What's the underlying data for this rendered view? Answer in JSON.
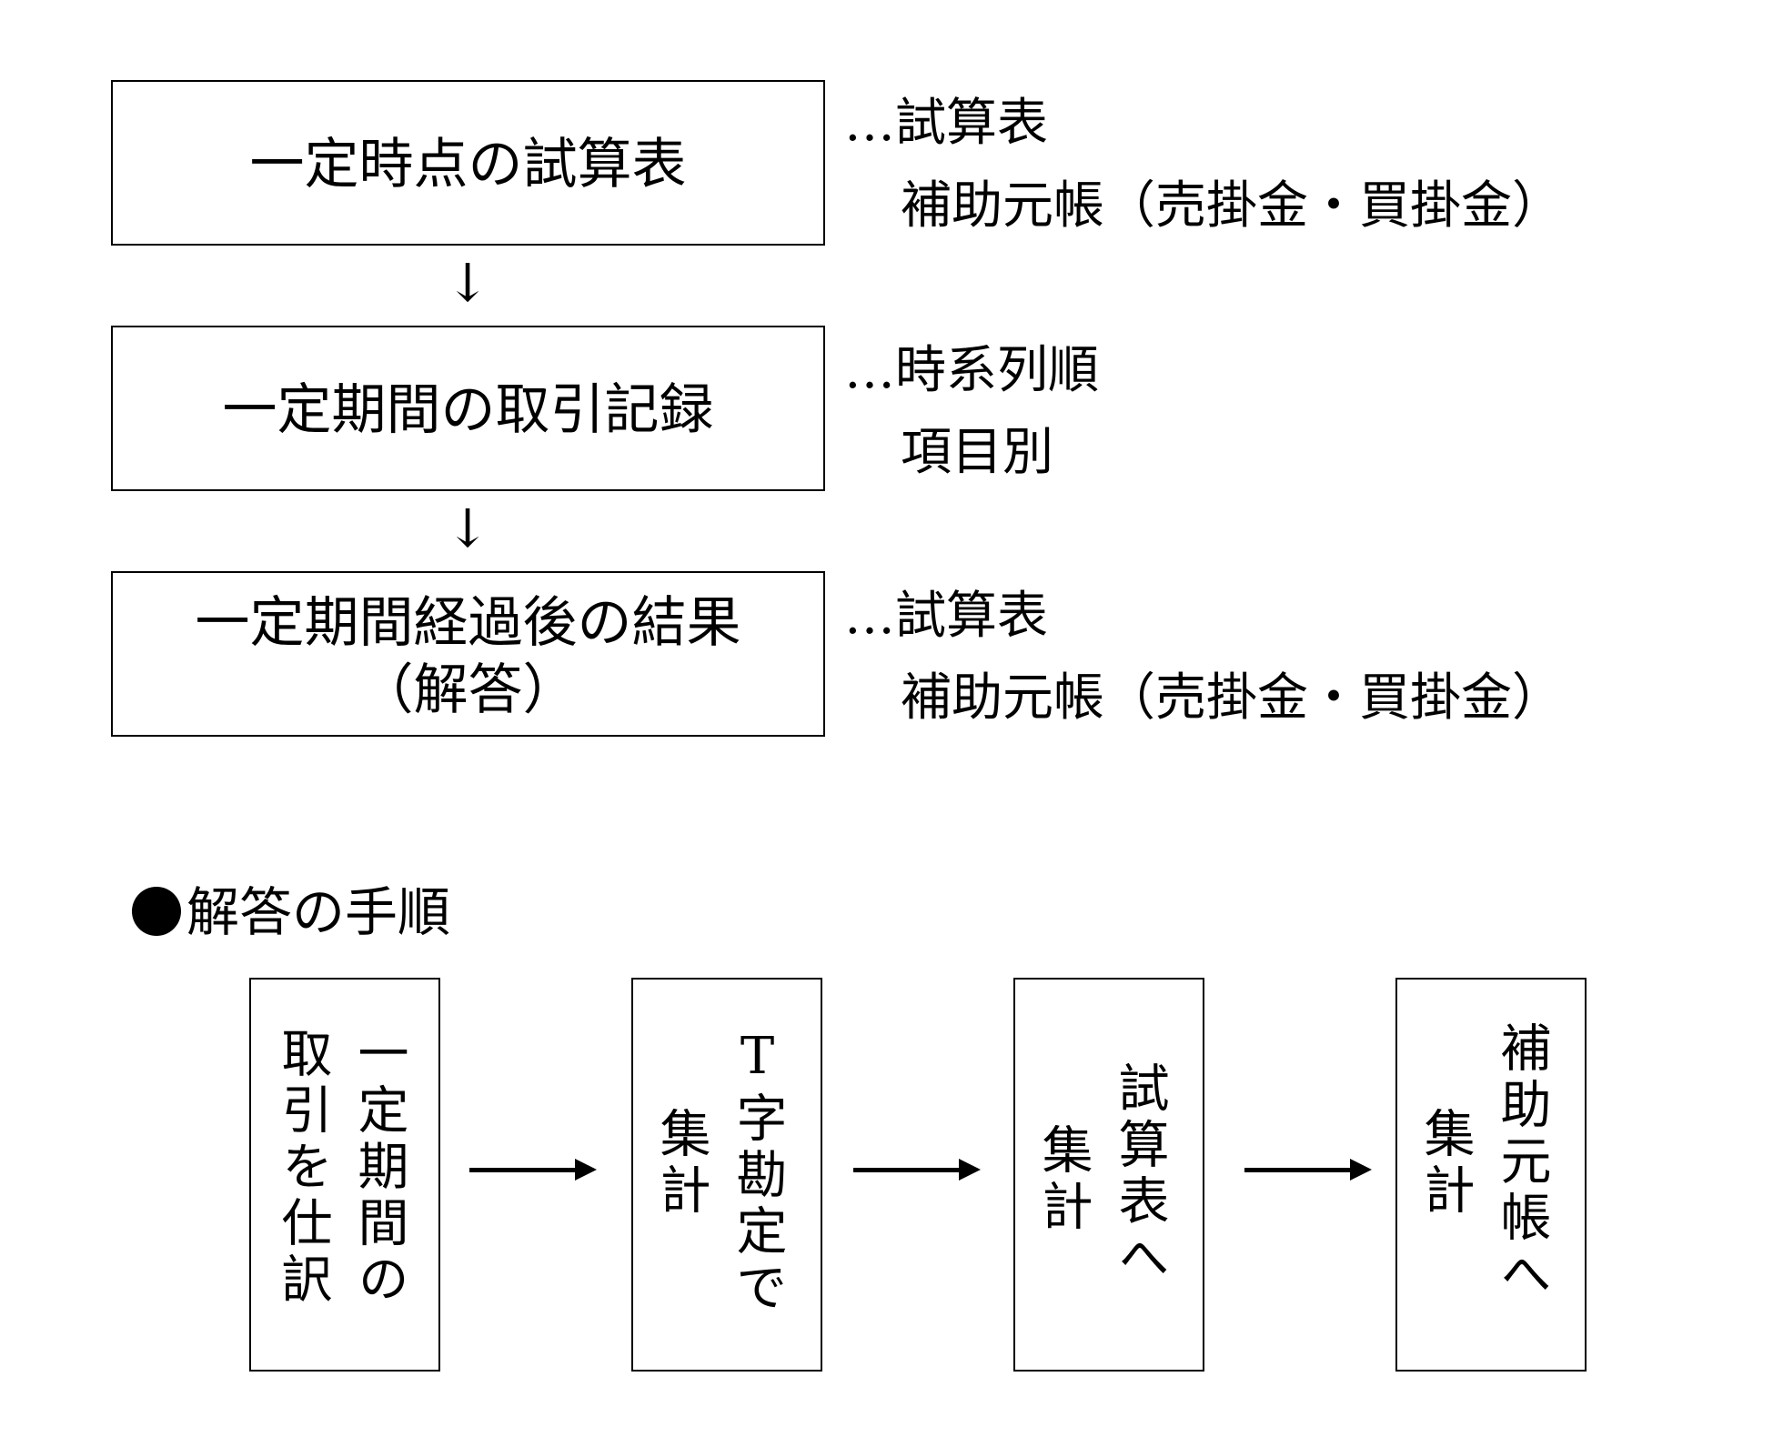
{
  "flow": {
    "box1": {
      "label": "一定時点の試算表"
    },
    "box2": {
      "label": "一定期間の取引記録"
    },
    "box3": {
      "line1": "一定期間経過後の結果",
      "line2": "（解答）"
    },
    "arrow_glyph": "↓"
  },
  "notes": {
    "note1": {
      "line1": "…試算表",
      "line2": "補助元帳（売掛金・買掛金）"
    },
    "note2": {
      "line1": "…時系列順",
      "line2": "項目別"
    },
    "note3": {
      "line1": "…試算表",
      "line2": "補助元帳（売掛金・買掛金）"
    }
  },
  "procedure": {
    "heading": "解答の手順",
    "steps": [
      {
        "col_right": "一定期間の",
        "col_left": "取引を仕訳"
      },
      {
        "col_right": "T字勘定で",
        "col_left": "集計"
      },
      {
        "col_right": "試算表へ",
        "col_left": "集計"
      },
      {
        "col_right": "補助元帳へ",
        "col_left": "集計"
      }
    ]
  }
}
